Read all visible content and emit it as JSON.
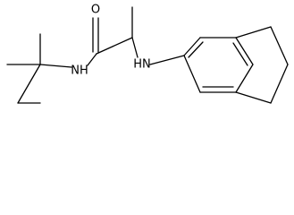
{
  "molecule": {
    "atoms": {
      "oxygen": "O",
      "amide_nh": "NH",
      "amine_hn": "HN"
    },
    "colors": {
      "bond": "#000000",
      "label": "#000000",
      "background": "#ffffff"
    }
  }
}
